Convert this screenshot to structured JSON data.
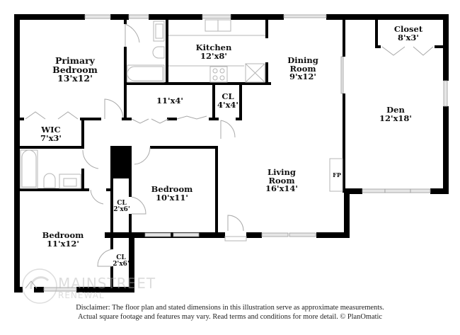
{
  "floor_plan": {
    "rooms": [
      {
        "id": "primary-bedroom",
        "name": "Primary\nBedroom",
        "line1": "Primary",
        "line2": "Bedroom",
        "dims": "13'x12'"
      },
      {
        "id": "wic",
        "name": "WIC",
        "dims": "7'x3'"
      },
      {
        "id": "kitchen",
        "name": "Kitchen",
        "dims": "12'x8'"
      },
      {
        "id": "dining-room",
        "line1": "Dining",
        "line2": "Room",
        "dims": "9'x12'"
      },
      {
        "id": "hall",
        "name": "",
        "dims": "11'x4'"
      },
      {
        "id": "cl-4x4",
        "name": "CL",
        "dims": "4'x4'"
      },
      {
        "id": "closet-den",
        "name": "Closet",
        "dims": "8'x3'"
      },
      {
        "id": "den",
        "name": "Den",
        "dims": "12'x18'"
      },
      {
        "id": "bedroom-center",
        "name": "Bedroom",
        "dims": "10'x11'"
      },
      {
        "id": "cl-2x6-upper",
        "name": "CL",
        "dims": "2'x6'"
      },
      {
        "id": "cl-2x6-lower",
        "name": "CL",
        "dims": "2'x6'"
      },
      {
        "id": "living-room",
        "line1": "Living",
        "line2": "Room",
        "dims": "16'x14'"
      },
      {
        "id": "bedroom-left",
        "name": "Bedroom",
        "dims": "11'x12'"
      }
    ],
    "fireplace_label": "FP",
    "watermark": {
      "line1": "MAINSTREET",
      "line2": "RENEWAL"
    },
    "disclaimer": {
      "line1": "Disclaimer: The floor plan and stated dimensions in this illustration serve as approximate measurements.",
      "line2": "Actual square footage and features may vary. Read terms and conditions for more detail. © PlanOmatic"
    },
    "colors": {
      "wall": "#000000",
      "fixture": "#b5b5b5",
      "window": "#e6e6e6",
      "background": "#ffffff"
    }
  }
}
